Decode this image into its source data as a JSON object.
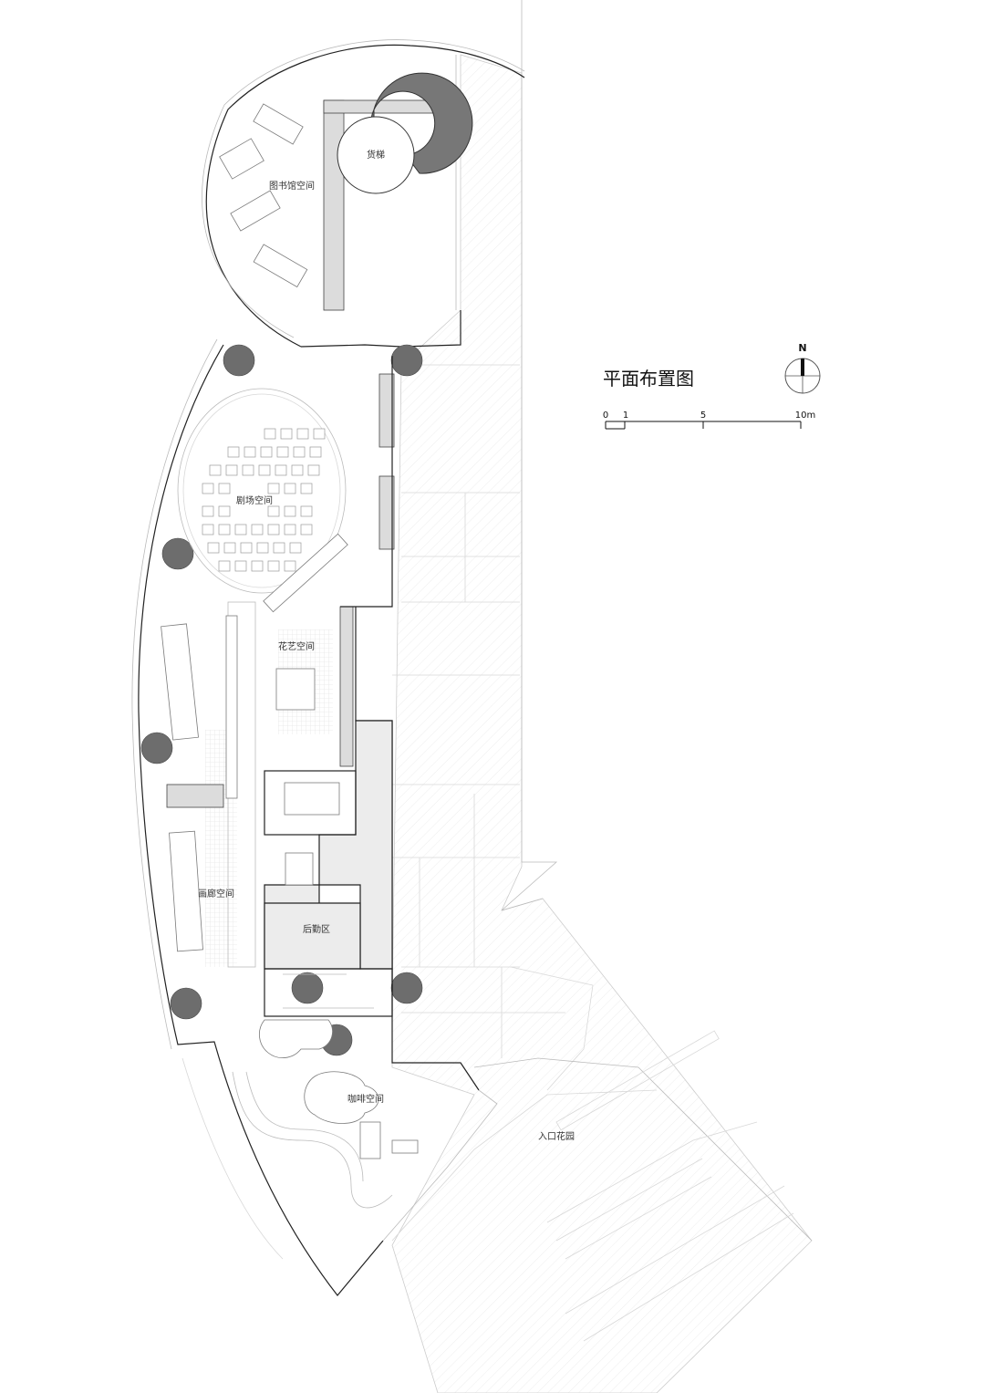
{
  "drawing": {
    "title": "平面布置图",
    "north_label": "N",
    "scale_bar": {
      "ticks": [
        "0",
        "1",
        "5",
        "10m"
      ]
    }
  },
  "rooms": {
    "library": "图书馆空间",
    "freight_elevator": "货梯",
    "theater": "剧场空间",
    "floral": "花艺空间",
    "gallery": "画廊空间",
    "back_office": "后勤区",
    "cafe": "咖啡空间",
    "entrance_garden": "入口花园"
  },
  "colors": {
    "tree": "#6d6d6d",
    "service_fill": "#ececec",
    "wall": "#222222"
  }
}
